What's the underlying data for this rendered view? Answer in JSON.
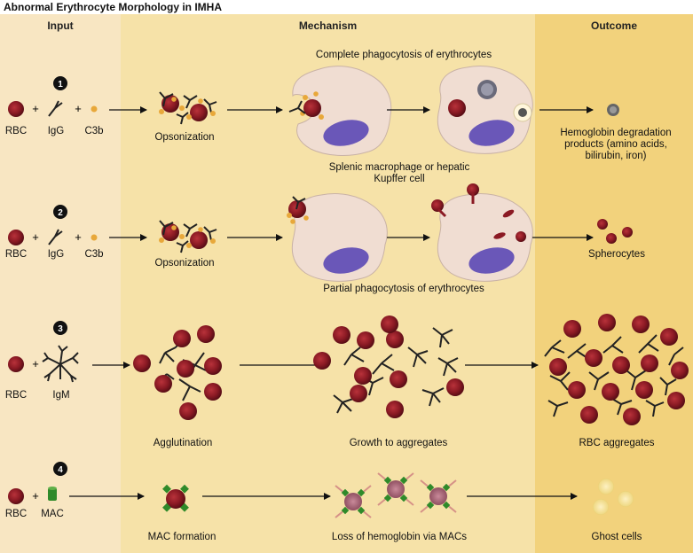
{
  "title": "Abnormal Erythrocyte Morphology in IMHA",
  "columns": {
    "input": "Input",
    "mechanism": "Mechanism",
    "outcome": "Outcome"
  },
  "steps": [
    "1",
    "2",
    "3",
    "4"
  ],
  "row1": {
    "rbc": "RBC",
    "igg": "IgG",
    "c3b": "C3b",
    "opsonization": "Opsonization",
    "complete": "Complete phagocytosis of erythrocytes",
    "macrophage": "Splenic macrophage or hepatic Kupffer cell",
    "outcome": "Hemoglobin degradation products (amino acids, bilirubin, iron)"
  },
  "row2": {
    "rbc": "RBC",
    "igg": "IgG",
    "c3b": "C3b",
    "opsonization": "Opsonization",
    "partial": "Partial phagocytosis of erythrocytes",
    "outcome": "Spherocytes"
  },
  "row3": {
    "rbc": "RBC",
    "igm": "IgM",
    "agglutination": "Agglutination",
    "growth": "Growth to aggregates",
    "outcome": "RBC aggregates"
  },
  "row4": {
    "rbc": "RBC",
    "mac": "MAC",
    "formation": "MAC formation",
    "loss": "Loss of hemoglobin via MACs",
    "outcome": "Ghost cells"
  },
  "colors": {
    "input_bg": "#f8e6c2",
    "mechanism_bg": "#f6e2a8",
    "outcome_bg": "#f2d27c",
    "rbc": "#8b1a24",
    "c3b": "#e8a83a",
    "macrophage": "#f0ddd2",
    "nucleus": "#6a57b8",
    "mac": "#2f8a2a"
  }
}
